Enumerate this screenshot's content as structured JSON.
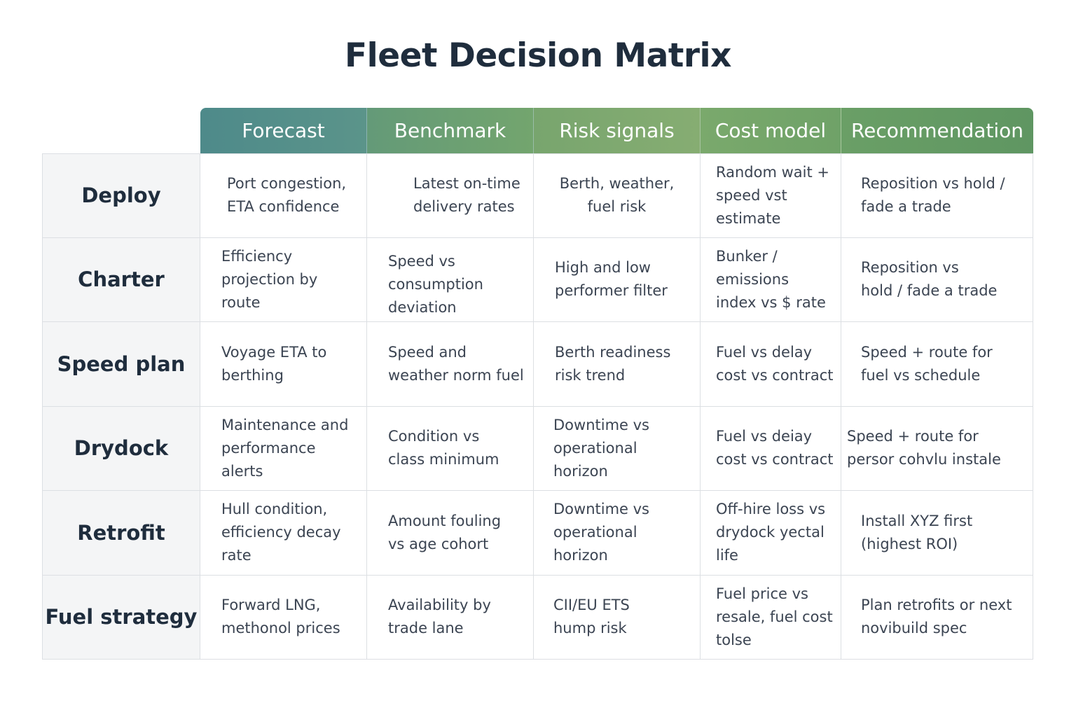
{
  "title": "Fleet Decision Matrix",
  "columns": [
    {
      "label": "Forecast",
      "color_start": "#4e8a8a",
      "color_end": "#5b948a"
    },
    {
      "label": "Benchmark",
      "color_start": "#649a78",
      "color_end": "#73a56e"
    },
    {
      "label": "Risk signals",
      "color_start": "#78a56e",
      "color_end": "#86ad72"
    },
    {
      "label": "Cost model",
      "color_start": "#7aa96c",
      "color_end": "#6fa268"
    },
    {
      "label": "Recommendation",
      "color_start": "#6a9f66",
      "color_end": "#5f9662"
    }
  ],
  "rows": [
    {
      "label": "Deploy",
      "cells": [
        "Port congestion,\nETA confidence",
        "Latest on-time\ndelivery rates",
        "Berth, weather,\nfuel risk",
        "Random wait +\nspeed vst estimate",
        "Reposition vs hold /\nfade a trade"
      ]
    },
    {
      "label": "Charter",
      "cells": [
        "Efficiency\nprojection by route",
        "Speed vs\nconsumption\ndeviation",
        "High and low\nperformer filter",
        "Bunker / emissions\nindex vs $ rate",
        "Reposition vs\nhold / fade a trade"
      ]
    },
    {
      "label": "Speed plan",
      "cells": [
        "Voyage ETA to\nberthing",
        "Speed and\nweather norm fuel",
        "Berth readiness\nrisk trend",
        "Fuel vs delay\ncost vs contract",
        "Speed + route for\nfuel vs schedule"
      ]
    },
    {
      "label": "Drydock",
      "cells": [
        "Maintenance and\nperformance alerts",
        "Condition vs\nclass minimum",
        "Downtime vs\noperational horizon",
        "Fuel vs deiay\ncost vs contract",
        "Speed + route for\npersor cohvlu instale"
      ]
    },
    {
      "label": "Retrofit",
      "cells": [
        "Hull condition,\nefficiency decay rate",
        "Amount fouling\nvs age cohort",
        "Downtime vs\noperational horizon",
        "Off-hire loss vs\ndrydock yectal life",
        "Install XYZ first\n(highest ROI)"
      ]
    },
    {
      "label": "Fuel strategy",
      "cells": [
        "Forward LNG,\nmethonol prices",
        "Availability by\ntrade lane",
        "CII/EU ETS\nhump risk",
        "Fuel price vs\nresale, fuel cost tolse",
        "Plan retrofits or next\nnovibuild spec"
      ]
    }
  ]
}
